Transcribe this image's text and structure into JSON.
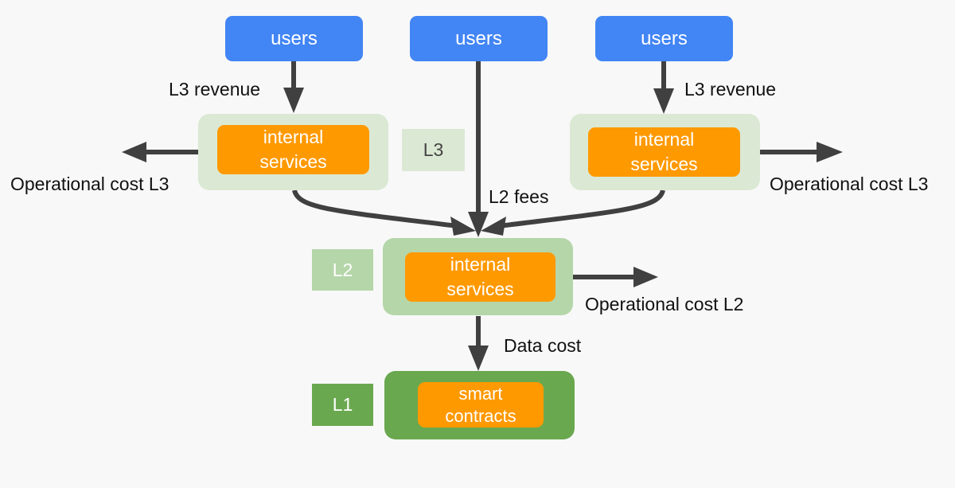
{
  "users": [
    {
      "label": "users"
    },
    {
      "label": "users"
    },
    {
      "label": "users"
    }
  ],
  "layers": {
    "l3_left": {
      "line1": "internal",
      "line2": "services"
    },
    "l3_right": {
      "line1": "internal",
      "line2": "services"
    },
    "l2": {
      "line1": "internal",
      "line2": "services"
    },
    "l1": {
      "line1": "smart",
      "line2": "contracts"
    }
  },
  "tags": {
    "l3": "L3",
    "l2": "L2",
    "l1": "L1"
  },
  "flow_labels": {
    "l3_revenue_left": "L3 revenue",
    "l3_revenue_right": "L3 revenue",
    "l2_fees": "L2 fees",
    "op_cost_l3_left": "Operational cost L3",
    "op_cost_l3_right": "Operational cost L3",
    "op_cost_l2": "Operational cost L2",
    "data_cost": "Data cost"
  },
  "colors": {
    "users": "#4285f4",
    "services": "#ff9900",
    "l3": "#dbe9d4",
    "l2": "#b5d6a9",
    "l1": "#6aa84f",
    "arrow": "#404040"
  }
}
